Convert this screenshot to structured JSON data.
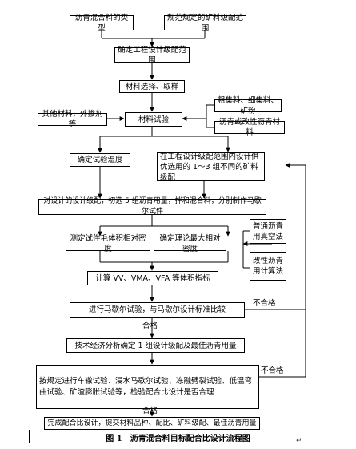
{
  "nodes": {
    "mix_type": "沥青混合料的类型",
    "spec_gradation": "规范规定的矿料级配范围",
    "design_range": "确定工程设计级配范围",
    "material_select": "材料选择、取样",
    "coarse_agg": "粗集料、细集料、矿粉",
    "other_materials": "其他材料，外掺剂等",
    "material_test": "材料试验",
    "asphalt": "沥青或改性沥青材料",
    "test_temp": "确定试验温度",
    "design_gradations": "在工程设计级配范围内设计供优选用的 1～3 组不同的矿料级配",
    "marshall_specimens": "对设计的设计级配，初选 5 组沥青用量，拌和混合料，分别制作马歇尔试件",
    "bulk_density": "测定试件毛体积相对密度",
    "max_density": "确定理论最大相对密度",
    "vacuum_method": "普通沥青用真空法",
    "calc_method": "改性沥青用计算法",
    "volume_indices": "计算 VV、VMA、VFA 等体积指标",
    "marshall_compare": "进行马歇尔试验，与马歇尔设计标准比较",
    "tech_econ": "技术经济分析确定 1 组设计级配及最佳沥青用量",
    "verification": "按规定进行车辙试验、浸水马歇尔试验、冻融劈裂试验、低温弯曲试验、矿渣膨胀试验等，检验配合比设计是否合理",
    "complete": "完成配合比设计，提交材料品种、配比、矿料级配、最佳沥青用量"
  },
  "labels": {
    "fail_1": "不合格",
    "pass_1": "合格",
    "fail_2": "不合格",
    "pass_2": "合格"
  },
  "caption": "图 1　沥青混合料目标配合比设计流程图",
  "end_mark": "↵"
}
